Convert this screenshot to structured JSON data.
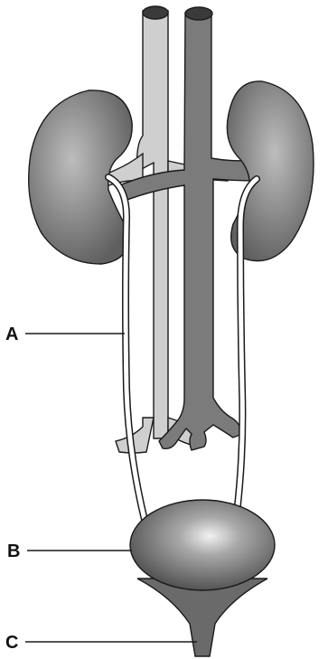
{
  "labels": {
    "a": "A",
    "b": "B",
    "c": "C"
  },
  "colors": {
    "background": "#ffffff",
    "outline": "#1a1a1a",
    "kidney_dark": "#5f5f5f",
    "kidney_light": "#bdbdbd",
    "vena_cava": "#cfcfcf",
    "aorta": "#7b7b7b",
    "bladder_dark": "#545454",
    "bladder_light": "#f2f2f2",
    "ureter_fill": "#ffffff"
  }
}
